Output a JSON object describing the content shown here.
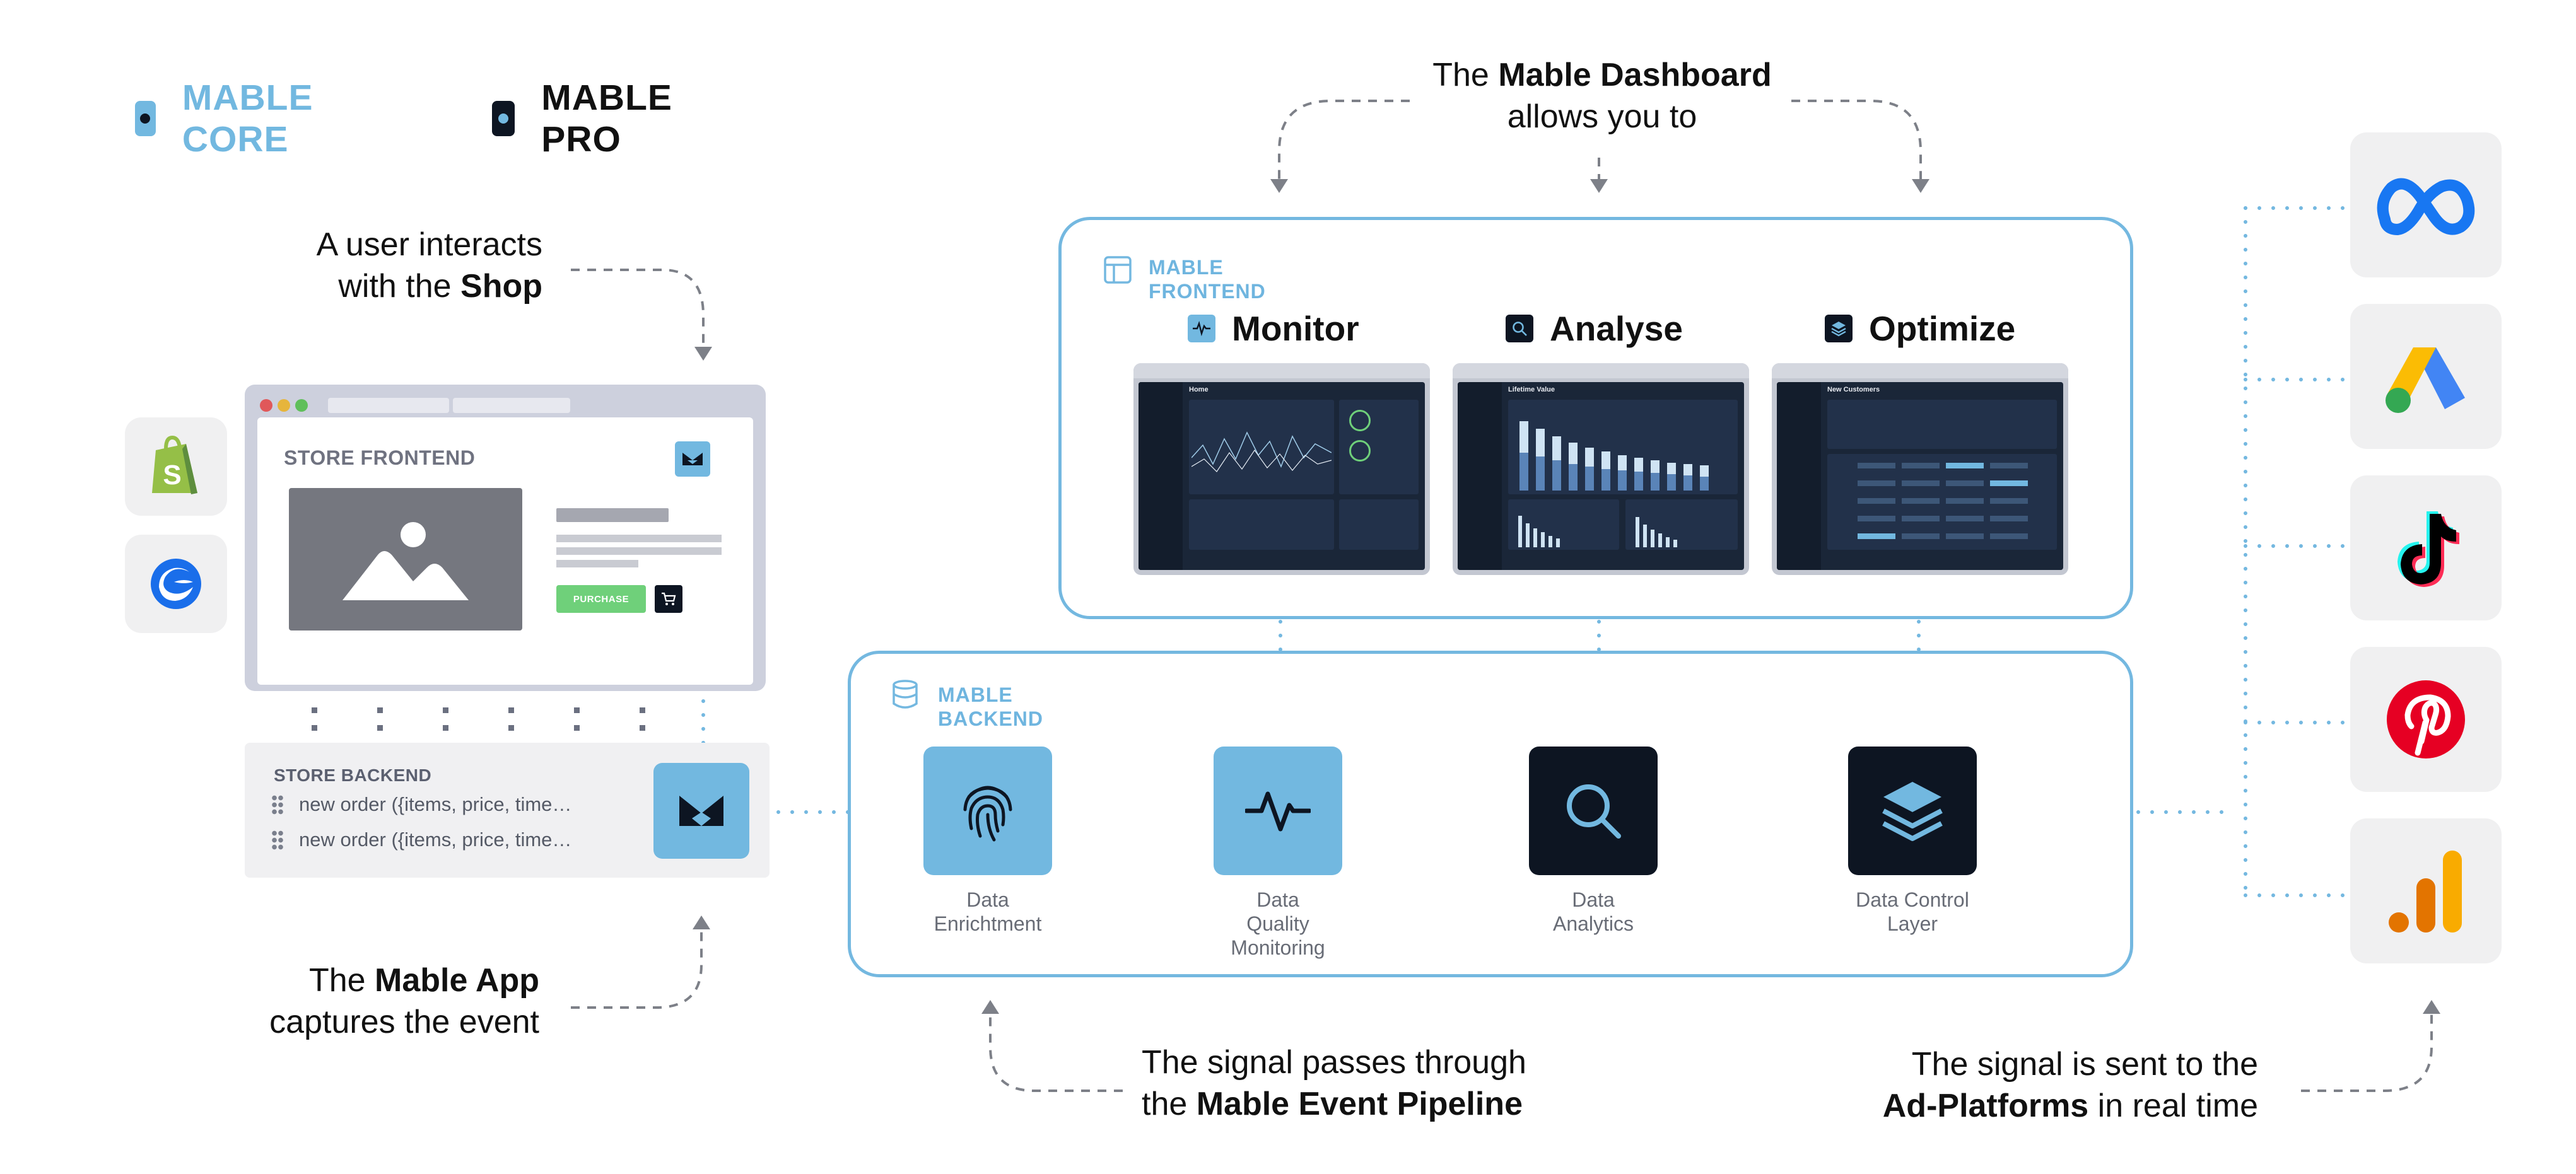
{
  "legend": {
    "core_label": "MABLE CORE",
    "pro_label": "MABLE PRO",
    "core_color": "#72b8e0",
    "pro_color": "#0d1522"
  },
  "captions": {
    "dashboard": {
      "prefix": "The ",
      "bold": "Mable Dashboard",
      "line2": "allows you to"
    },
    "shop": {
      "line1": "A user interacts",
      "prefix2": "with the ",
      "bold2": "Shop"
    },
    "app": {
      "prefix": "The ",
      "bold": "Mable App",
      "line2": "captures the event"
    },
    "pipeline": {
      "line1": "The signal passes through",
      "prefix2": "the ",
      "bold2": "Mable Event Pipeline"
    },
    "adplatforms": {
      "line1": "The signal is sent to the",
      "bold2": "Ad-Platforms",
      "suffix2": " in real time"
    }
  },
  "shop_platforms": [
    {
      "name": "shopify",
      "icon": "shopify-icon"
    },
    {
      "name": "shopware",
      "icon": "shopware-icon"
    }
  ],
  "store": {
    "frontend_label": "STORE FRONTEND",
    "purchase_label": "PURCHASE",
    "backend_label": "STORE BACKEND",
    "orders": [
      "new order ({items, price, time…",
      "new order ({items, price, time…"
    ]
  },
  "frontend": {
    "label_line1": "MABLE",
    "label_line2": "FRONTEND",
    "sections": [
      {
        "title": "Monitor",
        "icon": "pulse-icon",
        "screen_title": "Home"
      },
      {
        "title": "Analyse",
        "icon": "search-icon",
        "screen_title": "Lifetime Value"
      },
      {
        "title": "Optimize",
        "icon": "layers-icon",
        "screen_title": "New Customers"
      }
    ]
  },
  "backend": {
    "label_line1": "MABLE",
    "label_line2": "BACKEND",
    "stages": [
      {
        "lines": [
          "Data",
          "Enrichtment"
        ],
        "icon": "fingerprint-icon",
        "tier": "core"
      },
      {
        "lines": [
          "Data",
          "Quality",
          "Monitoring"
        ],
        "icon": "pulse-icon",
        "tier": "core"
      },
      {
        "lines": [
          "Data",
          "Analytics"
        ],
        "icon": "search-icon",
        "tier": "pro"
      },
      {
        "lines": [
          "Data Control",
          "Layer"
        ],
        "icon": "layers-icon",
        "tier": "pro"
      }
    ]
  },
  "ad_platforms": [
    {
      "name": "meta",
      "icon": "meta-icon"
    },
    {
      "name": "google-ads",
      "icon": "google-ads-icon"
    },
    {
      "name": "tiktok",
      "icon": "tiktok-icon"
    },
    {
      "name": "pinterest",
      "icon": "pinterest-icon"
    },
    {
      "name": "google-analytics",
      "icon": "google-analytics-icon"
    }
  ]
}
